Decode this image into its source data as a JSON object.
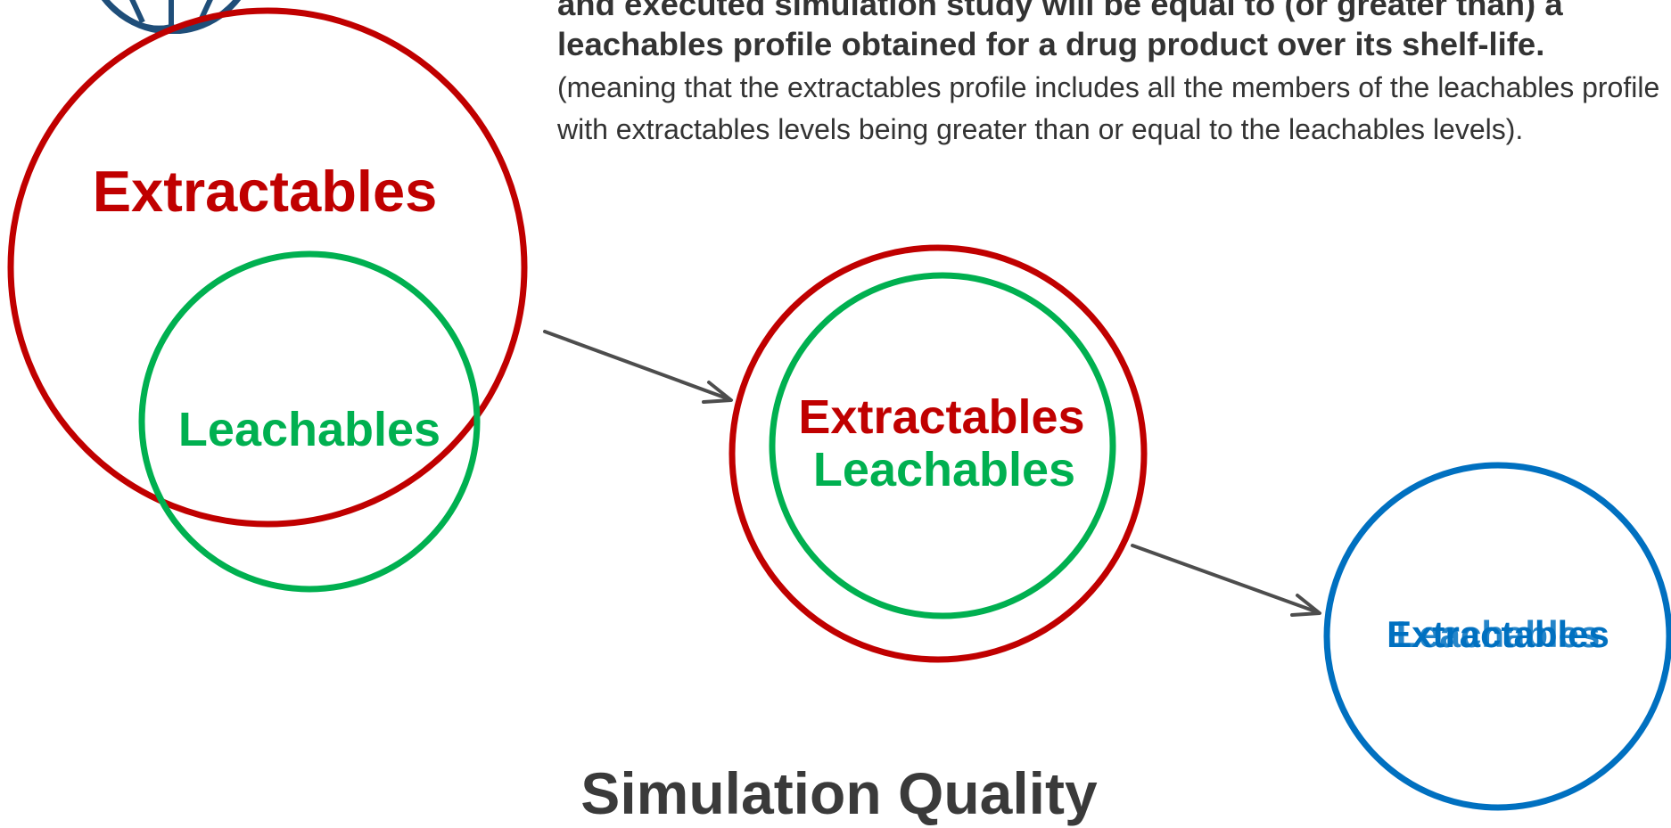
{
  "statement": {
    "bold_text": "and executed simulation study will be equal to (or greater than) a leachables profile obtained for a drug product over its shelf-life.",
    "normal_text": " (meaning that the extractables profile includes all the members of the leachables profile with extractables levels being greater than or equal to the leachables levels)."
  },
  "diagram": {
    "left": {
      "extractables_label": "Extractables",
      "leachables_label": "Leachables"
    },
    "center": {
      "extractables_label": "Extractables",
      "leachables_label": "Leachables"
    },
    "right": {
      "extractables_label": "Extractables",
      "leachables_label": "Leachables"
    }
  },
  "title": "Simulation Quality",
  "colors": {
    "extractables": "#c00000",
    "leachables": "#00b050",
    "right_circle": "#0070c0",
    "arrow": "#4d4d4d",
    "logo": "#1f4e79",
    "text": "#333333"
  }
}
